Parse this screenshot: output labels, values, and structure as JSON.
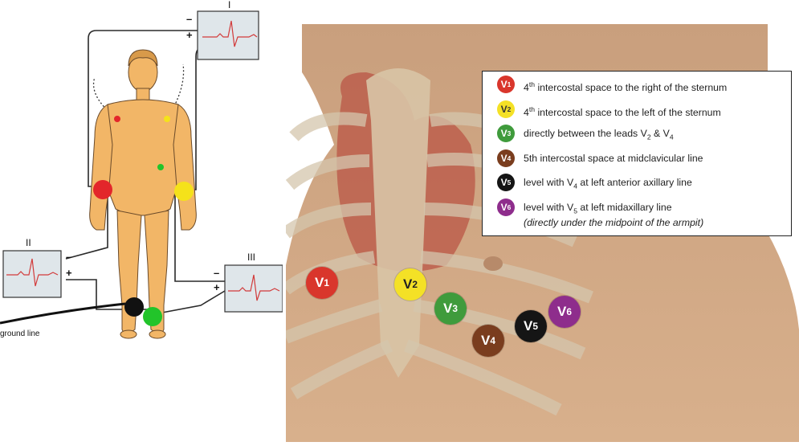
{
  "left_diagram": {
    "monitors": [
      {
        "label": "I"
      },
      {
        "label": "II"
      },
      {
        "label": "III"
      }
    ],
    "minus_sign": "–",
    "plus_sign": "+",
    "ground_label": "ground line",
    "limb_electrode_colors": {
      "right_arm": "#e3262b",
      "left_arm": "#f5e21a",
      "left_leg": "#22c42a",
      "right_leg": "#111111"
    }
  },
  "electrodes": [
    {
      "id": "V1",
      "letter": "V",
      "sub": "1",
      "color": "#d9362c",
      "description": "4",
      "desc_sup": "th",
      "desc_rest": " intercostal space to the right of the sternum"
    },
    {
      "id": "V2",
      "letter": "V",
      "sub": "2",
      "color": "#f4e126",
      "description": "4",
      "desc_sup": "th",
      "desc_rest": " intercostal space to the left of the sternum"
    },
    {
      "id": "V3",
      "letter": "V",
      "sub": "3",
      "color": "#3f9b3c",
      "description": "directly between the leads V",
      "desc_sub1": "2",
      "desc_mid": " & V",
      "desc_sub2": "4"
    },
    {
      "id": "V4",
      "letter": "V",
      "sub": "4",
      "color": "#7a3d1e",
      "description": "5th intercostal space at midclavicular line"
    },
    {
      "id": "V5",
      "letter": "V",
      "sub": "5",
      "color": "#151515",
      "description": "level with V",
      "desc_sub1": "4",
      "desc_rest": " at left anterior axillary line"
    },
    {
      "id": "V6",
      "letter": "V",
      "sub": "6",
      "color": "#8e2d8c",
      "description": "level with V",
      "desc_sub1": "5",
      "desc_rest": " at left midaxillary line",
      "note": "(directly under the midpoint of the armpit)"
    }
  ]
}
